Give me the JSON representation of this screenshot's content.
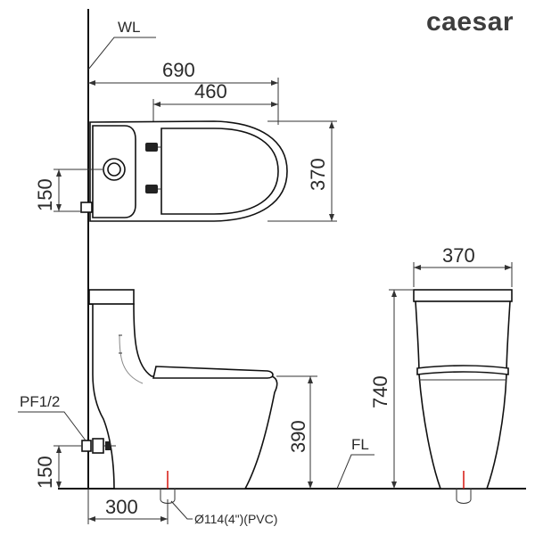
{
  "brand": {
    "name": "caesar"
  },
  "labels": {
    "wall_line": "WL",
    "floor_line": "FL",
    "water_inlet": "PF1/2",
    "drain_pipe": "Ø114(4\")(PVC)"
  },
  "dimensions": {
    "top_total_depth": "690",
    "top_seat_depth": "460",
    "top_width": "370",
    "top_inlet_offset": "150",
    "side_seat_height": "390",
    "side_inlet_height": "150",
    "side_rough_in": "300",
    "front_width": "370",
    "front_height": "740"
  },
  "colors": {
    "line": "#111111",
    "dimension": "#333333",
    "drain_marker": "#d9231d",
    "brand": "#3d3d3d"
  }
}
